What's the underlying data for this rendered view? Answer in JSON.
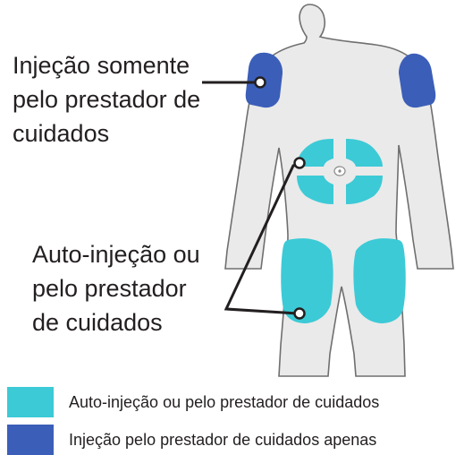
{
  "colors": {
    "self_or_caregiver": "#3ccad6",
    "caregiver_only": "#3b5eb8",
    "body_fill": "#eaeaea",
    "body_outline": "#6f6f6f",
    "line": "#231f20"
  },
  "callouts": {
    "caregiver_only": [
      "Injeção somente",
      "pelo prestador de",
      "cuidados"
    ],
    "self_or_caregiver": [
      "Auto-injeção ou",
      "pelo prestador",
      "de cuidados"
    ]
  },
  "legend": [
    {
      "label": "Auto-injeção ou pelo prestador de cuidados",
      "color_key": "self_or_caregiver"
    },
    {
      "label": "Injeção pelo prestador de cuidados apenas",
      "color_key": "caregiver_only"
    }
  ]
}
